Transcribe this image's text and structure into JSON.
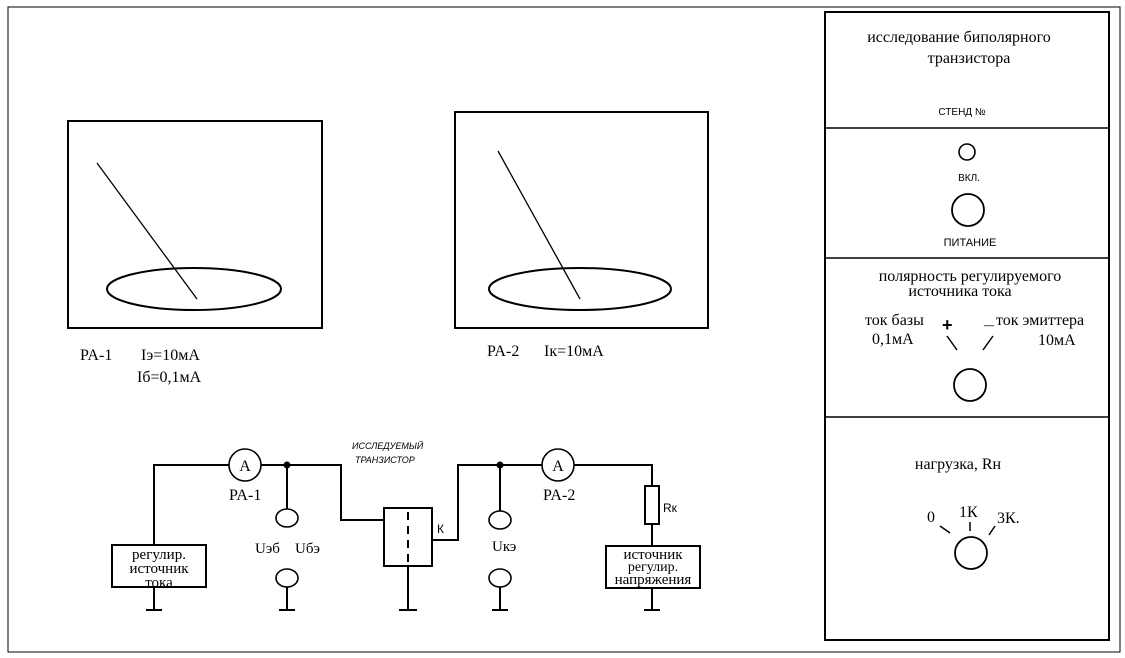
{
  "meters": {
    "pa1": {
      "id": "PA-1",
      "ie": "Iэ=10мА",
      "ib": "Iб=0,1мА"
    },
    "pa2": {
      "id": "PA-2",
      "ik": "Iк=10мА"
    }
  },
  "circuit": {
    "ammeter_symbol": "A",
    "transistor_label_line1": "ИССЛЕДУЕМЫЙ",
    "transistor_label_line2": "ТРАНЗИСТОР",
    "pa1_label": "PA-1",
    "pa2_label": "PA-2",
    "collector_label": "К",
    "ueb_label": "Uэб",
    "ube_label": "Uбэ",
    "uke_label": "Uкэ",
    "rk_label": "Rк",
    "current_source_line1": "регулир.",
    "current_source_line2": "источник",
    "current_source_line3": "тока",
    "voltage_source_line1": "источник",
    "voltage_source_line2": "регулир.",
    "voltage_source_line3": "напряжения"
  },
  "side_panel": {
    "title_line1": "исследование биполярного",
    "title_line2": "транзистора",
    "stand_label": "СТЕНД №",
    "power_on_label": "ВКЛ.",
    "power_label": "ПИТАНИЕ",
    "polarity_line1": "полярность регулируемого",
    "polarity_line2": "источника тока",
    "base_current_label": "ток базы",
    "base_current_value": "0,1мА",
    "emitter_current_label": "ток эмиттера",
    "emitter_current_value": "10мА",
    "plus_sign": "+",
    "minus_sign": "_",
    "load_label": "нагрузка, Rн",
    "load_opt_0": "0",
    "load_opt_1k": "1К",
    "load_opt_3k": "3К."
  }
}
